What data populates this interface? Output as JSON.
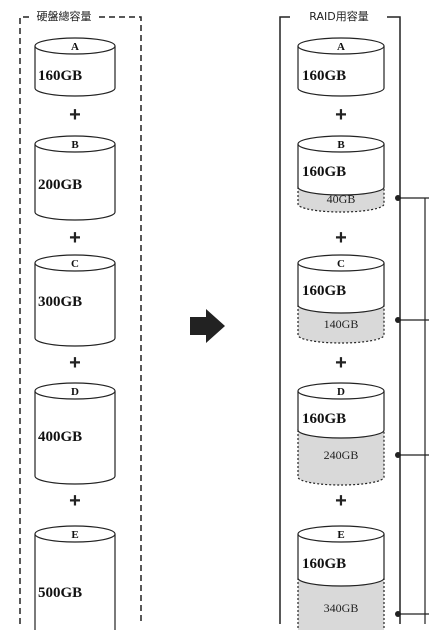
{
  "left_panel": {
    "title": "硬盤總容量",
    "disks": [
      {
        "letter": "A",
        "capacity": "160GB"
      },
      {
        "letter": "B",
        "capacity": "200GB"
      },
      {
        "letter": "C",
        "capacity": "300GB"
      },
      {
        "letter": "D",
        "capacity": "400GB"
      },
      {
        "letter": "E",
        "capacity": "500GB"
      }
    ],
    "plus": "+"
  },
  "right_panel": {
    "title": "RAID用容量",
    "disks": [
      {
        "letter": "A",
        "used": "160GB",
        "unused": ""
      },
      {
        "letter": "B",
        "used": "160GB",
        "unused": "40GB"
      },
      {
        "letter": "C",
        "used": "160GB",
        "unused": "140GB"
      },
      {
        "letter": "D",
        "used": "160GB",
        "unused": "240GB"
      },
      {
        "letter": "E",
        "used": "160GB",
        "unused": "340GB"
      }
    ],
    "plus": "+"
  },
  "colors": {
    "outline": "#222222",
    "unused_fill": "#d9d9d9",
    "background": "#ffffff"
  },
  "icons": {
    "arrow": "right-arrow-icon"
  }
}
